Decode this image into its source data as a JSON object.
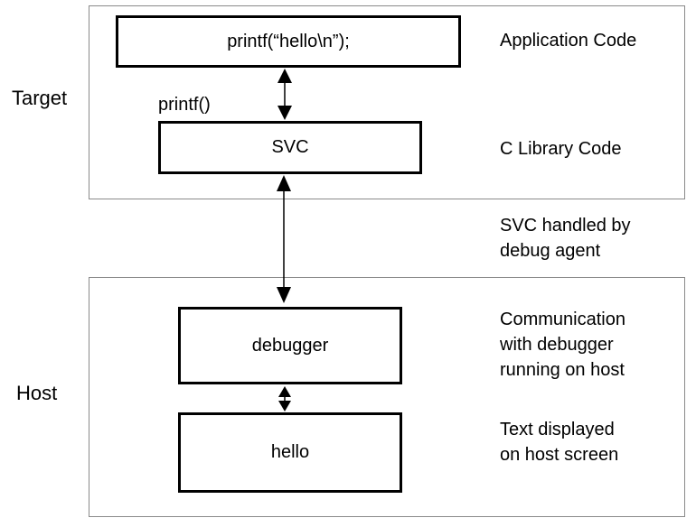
{
  "diagram": {
    "colors": {
      "background": "#ffffff",
      "node_border": "#000000",
      "container_border": "#8a8a8a",
      "text": "#000000"
    },
    "icons": {
      "arrow_app_svc": "double-headed-vertical-arrow",
      "arrow_svc_debugger": "double-headed-vertical-arrow",
      "arrow_debugger_hello": "double-headed-vertical-arrow"
    },
    "target": {
      "label": "Target",
      "application_box": "printf(“hello\\n”);",
      "application_caption": "Application Code",
      "printf_label": "printf()",
      "svc_box": "SVC",
      "library_caption": "C Library Code"
    },
    "between": {
      "caption_lines": [
        "SVC handled by",
        "debug agent"
      ]
    },
    "host": {
      "label": "Host",
      "debugger_box": "debugger",
      "debugger_caption_lines": [
        "Communication",
        "with debugger",
        "running on host"
      ],
      "hello_box": "hello",
      "hello_caption_lines": [
        "Text displayed",
        "on host screen"
      ]
    }
  }
}
